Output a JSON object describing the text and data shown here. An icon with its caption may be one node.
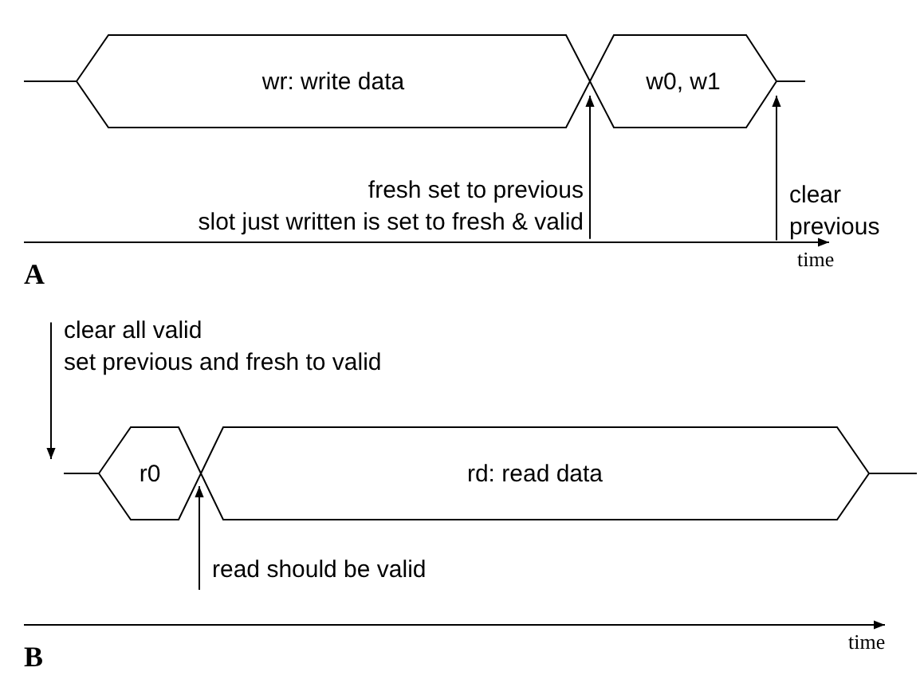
{
  "diagram": {
    "nodes": [
      {
        "text": [
          "wr: write data"
        ]
      },
      {
        "text": [
          "w0, w1"
        ]
      },
      {
        "text": [
          "fresh set to previous",
          "slot just written is set to fresh & valid"
        ]
      },
      {
        "text": [
          "clear previous"
        ]
      },
      {
        "text": [
          "clear all valid",
          "set previous and fresh to valid"
        ]
      },
      {
        "text": [
          "r0"
        ]
      },
      {
        "text": [
          "rd: read data"
        ]
      },
      {
        "text": [
          "read should be valid"
        ]
      }
    ],
    "edges": [
      {
        "from": 2,
        "to": 1,
        "arrow": "to"
      },
      {
        "from": 3,
        "to": 1,
        "arrow": "to"
      },
      {
        "from": 4,
        "to": null,
        "arrow": "to"
      },
      {
        "from": 7,
        "to": 5,
        "arrow": "to"
      }
    ],
    "labels": [
      "time",
      "A",
      "time",
      "B"
    ]
  }
}
